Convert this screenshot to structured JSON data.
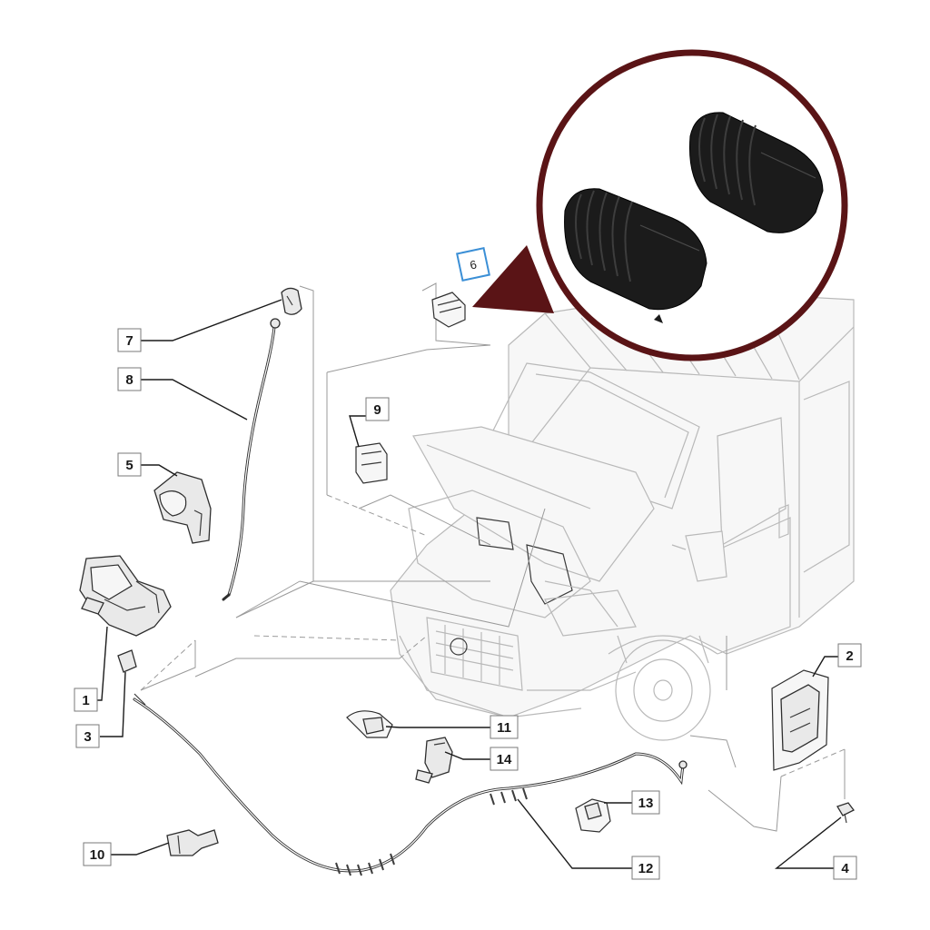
{
  "diagram": {
    "callouts": [
      {
        "id": "1",
        "label": "1"
      },
      {
        "id": "2",
        "label": "2"
      },
      {
        "id": "3",
        "label": "3"
      },
      {
        "id": "4",
        "label": "4"
      },
      {
        "id": "5",
        "label": "5"
      },
      {
        "id": "7",
        "label": "7"
      },
      {
        "id": "8",
        "label": "8"
      },
      {
        "id": "9",
        "label": "9"
      },
      {
        "id": "10",
        "label": "10"
      },
      {
        "id": "11",
        "label": "11"
      },
      {
        "id": "12",
        "label": "12"
      },
      {
        "id": "13",
        "label": "13"
      },
      {
        "id": "14",
        "label": "14"
      },
      {
        "id": "6",
        "label": "6"
      }
    ],
    "colors": {
      "inset_ring": "#5a1416",
      "pointer": "#5a1416",
      "highlight_box": "#3b8fd6",
      "line_art": "#b9b9b9",
      "rubber": "#1b1b1b"
    }
  }
}
